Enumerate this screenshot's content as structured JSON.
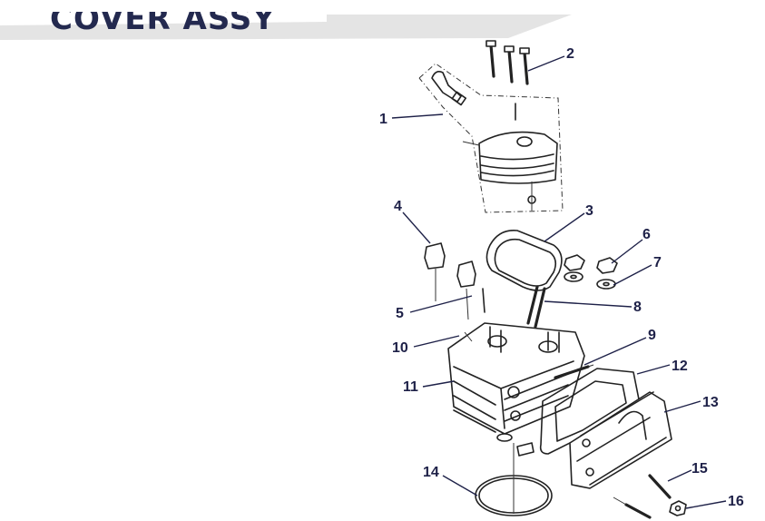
{
  "header": {
    "title": "COVER ASSY",
    "band_color": "#e4e4e4",
    "title_color": "#23294f"
  },
  "diagram": {
    "callouts": [
      "1",
      "2",
      "3",
      "4",
      "5",
      "6",
      "7",
      "8",
      "9",
      "10",
      "11",
      "12",
      "13",
      "14",
      "15",
      "16"
    ],
    "callout_color": "#1e2148"
  }
}
